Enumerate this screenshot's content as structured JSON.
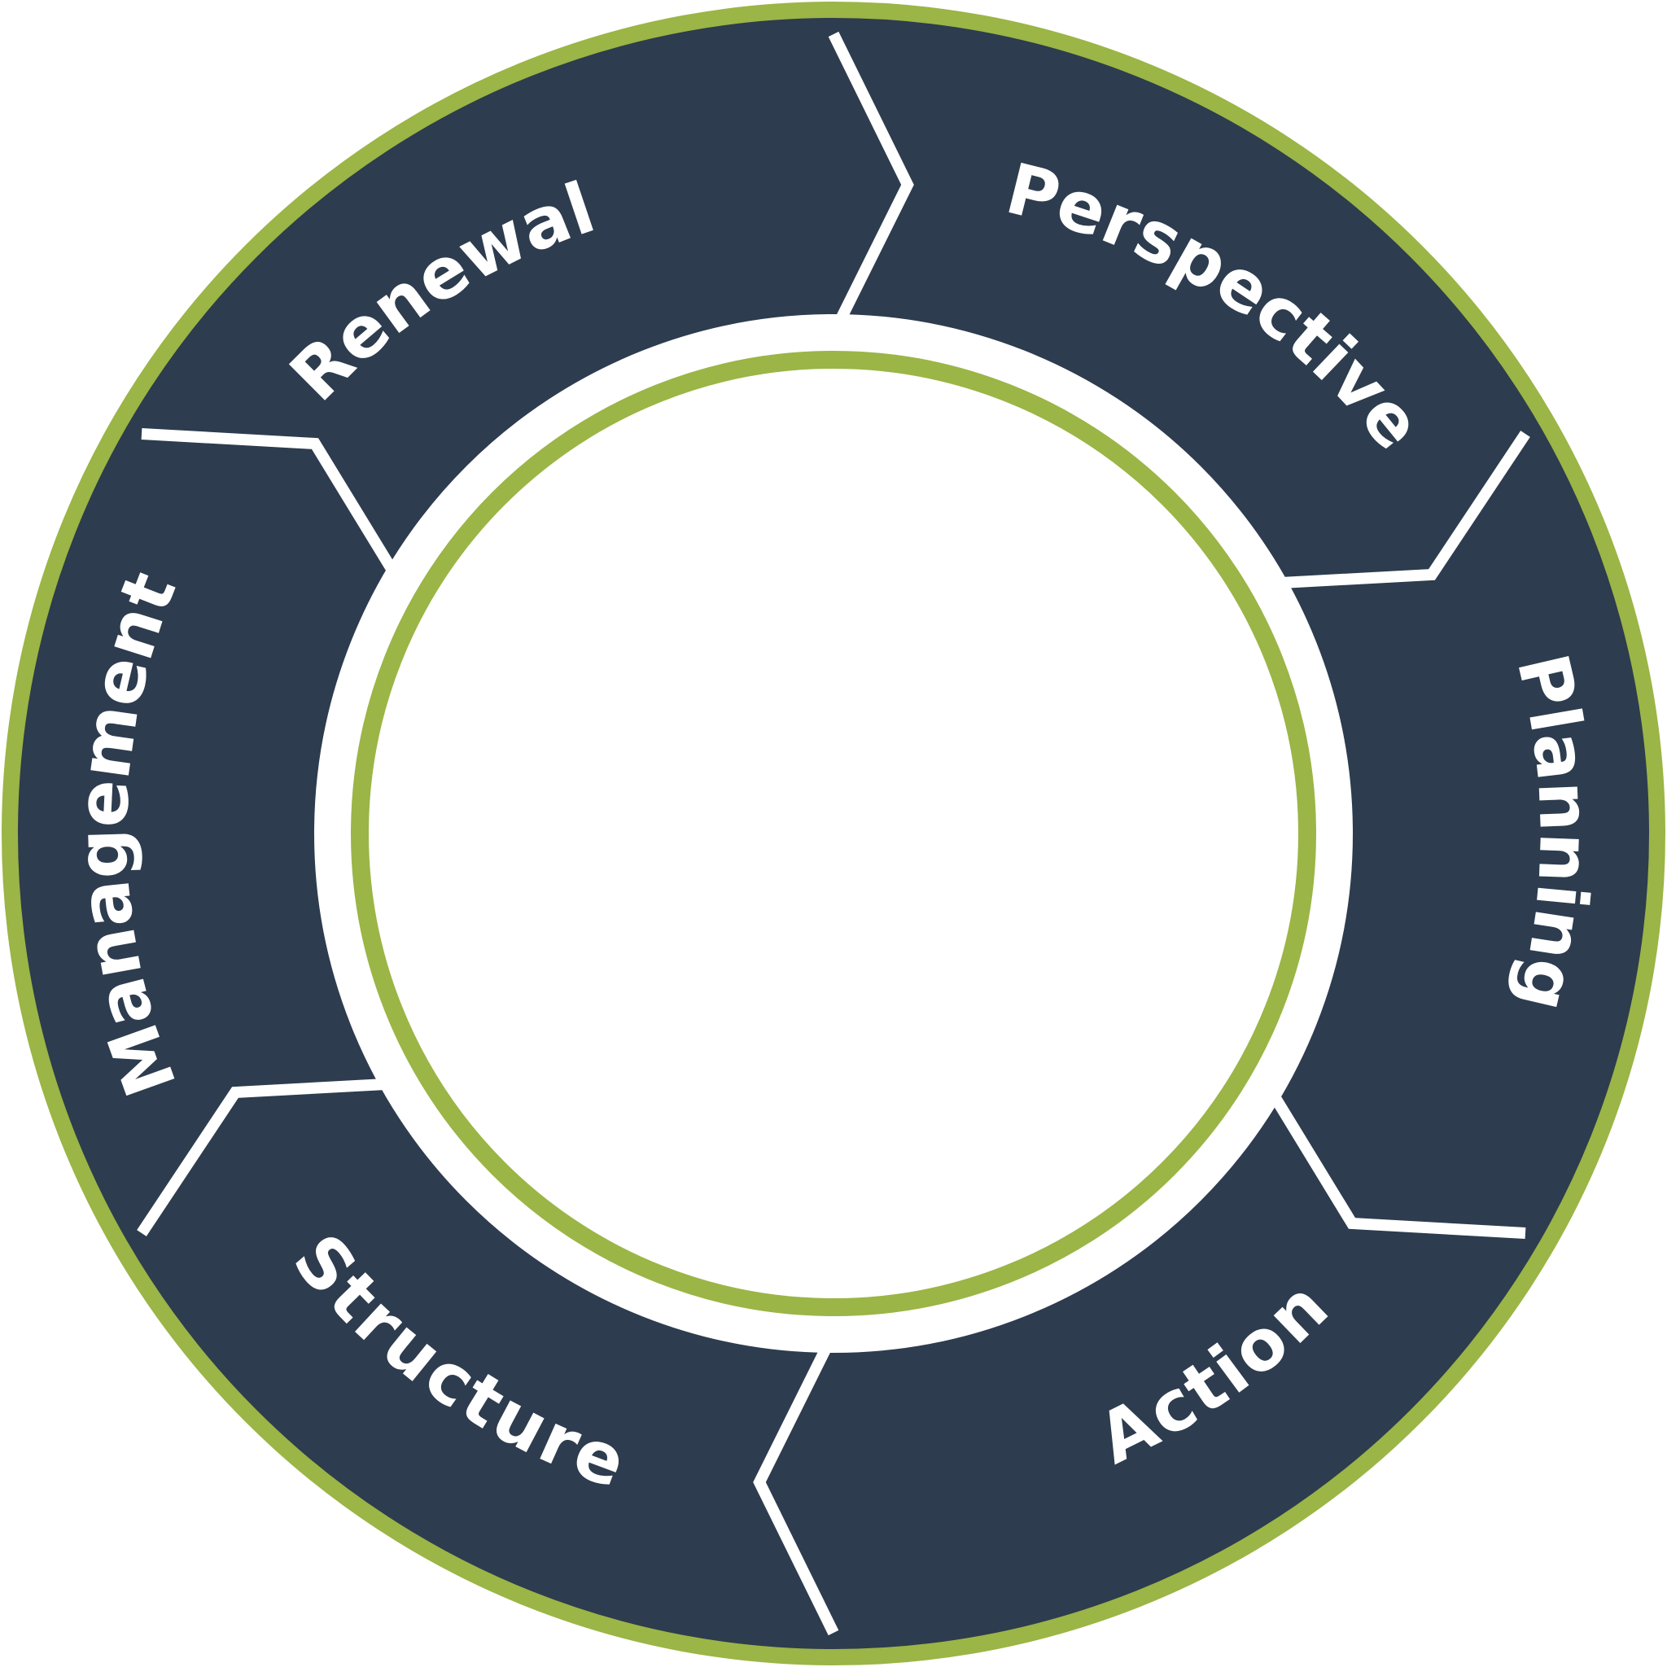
{
  "colors": {
    "ring_outline": "#9bb546",
    "segment_fill": "#2d3c4e",
    "segment_border": "#ffffff",
    "label_text": "#ffffff",
    "background": "#ffffff"
  },
  "segments": [
    {
      "id": "perspective",
      "label": "Perspective"
    },
    {
      "id": "planning",
      "label": "Planning"
    },
    {
      "id": "action",
      "label": "Action"
    },
    {
      "id": "structure",
      "label": "Structure"
    },
    {
      "id": "management",
      "label": "Management"
    },
    {
      "id": "renewal",
      "label": "Renewal"
    }
  ]
}
